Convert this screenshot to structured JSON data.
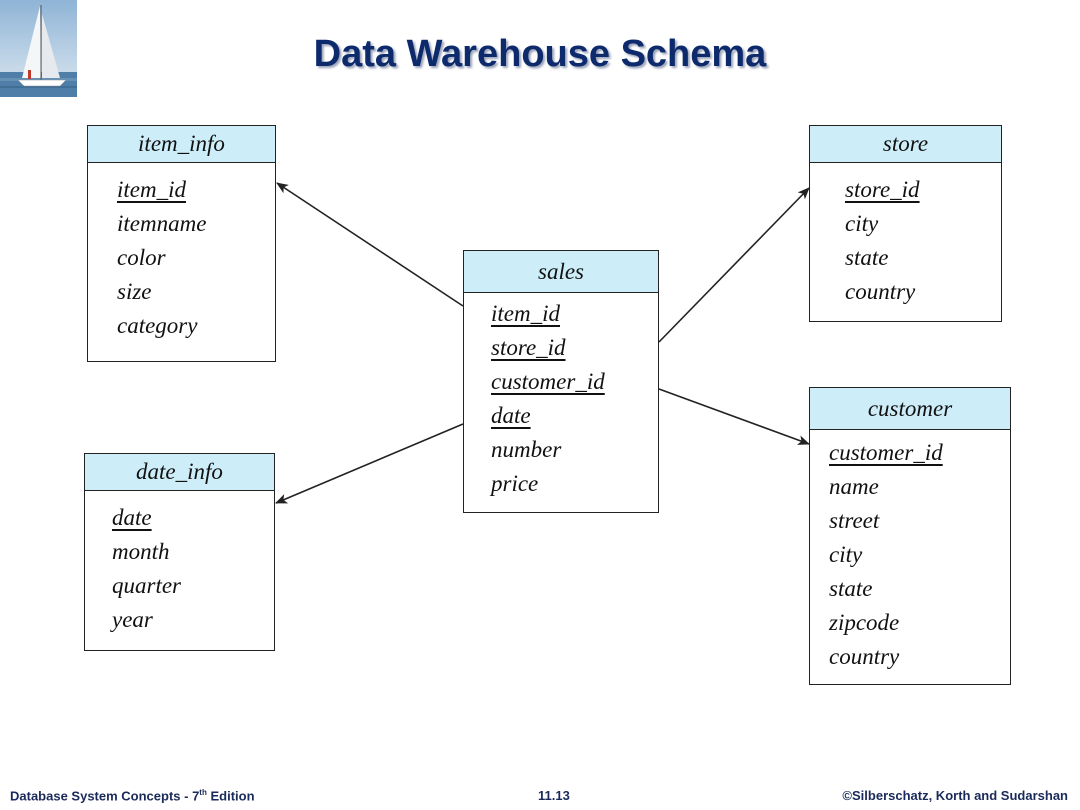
{
  "title": "Data Warehouse Schema",
  "entities": {
    "item_info": {
      "name": "item_info",
      "keys": [
        "item_id"
      ],
      "attributes": [
        "itemname",
        "color",
        "size",
        "category"
      ]
    },
    "store": {
      "name": "store",
      "keys": [
        "store_id"
      ],
      "attributes": [
        "city",
        "state",
        "country"
      ]
    },
    "sales": {
      "name": "sales",
      "keys": [
        "item_id",
        "store_id",
        "customer_id",
        "date"
      ],
      "attributes": [
        "number",
        "price"
      ]
    },
    "date_info": {
      "name": "date_info",
      "keys": [
        "date"
      ],
      "attributes": [
        "month",
        "quarter",
        "year"
      ]
    },
    "customer": {
      "name": "customer",
      "keys": [
        "customer_id"
      ],
      "attributes": [
        "name",
        "street",
        "city",
        "state",
        "zipcode",
        "country"
      ]
    }
  },
  "footer": {
    "left_main": "Database System Concepts - 7",
    "left_sup": "th",
    "left_end": " Edition",
    "center": "11.13",
    "right": "©Silberschatz, Korth and Sudarshan"
  }
}
